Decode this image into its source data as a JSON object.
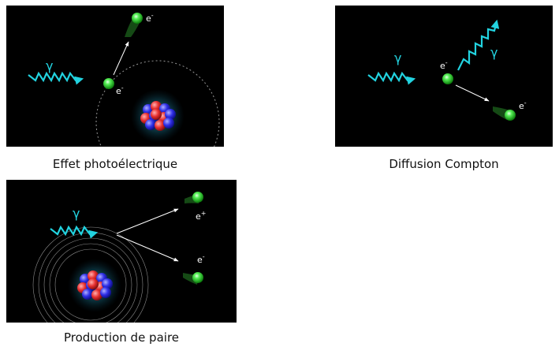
{
  "panels": [
    {
      "caption": "Effet photoélectrique",
      "gamma": "γ",
      "electron_in": "e-",
      "electron_out": "e-"
    },
    {
      "caption": "Diffusion Compton",
      "gamma_in": "γ",
      "gamma_out": "γ",
      "electron_in": "e-",
      "electron_out": "e-"
    },
    {
      "caption": "Production de paire",
      "gamma": "γ",
      "positron": "e+",
      "electron": "e-"
    }
  ],
  "colors": {
    "photon": "#22d3e0",
    "electron": "#3bdc3b",
    "proton": "#e23a3a",
    "neutron": "#3a3ae2",
    "background": "#000000"
  }
}
